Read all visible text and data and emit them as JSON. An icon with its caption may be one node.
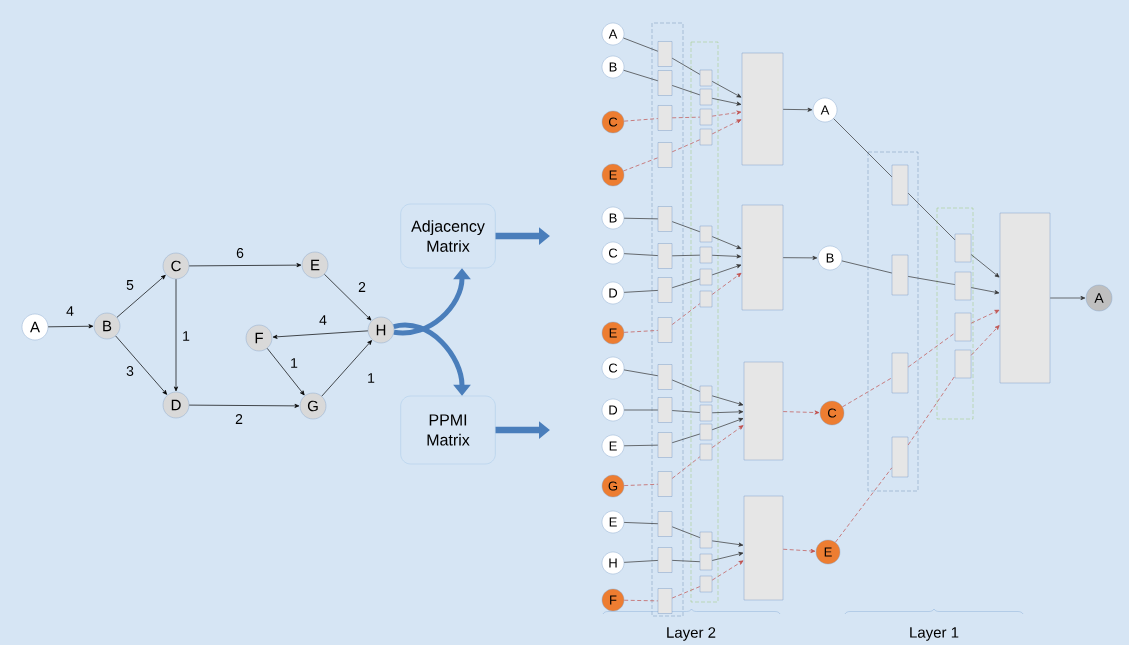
{
  "diagram": {
    "nodes": [
      {
        "text": [
          "A"
        ]
      },
      {
        "text": [
          "B"
        ]
      },
      {
        "text": [
          "C"
        ]
      },
      {
        "text": [
          "D"
        ]
      },
      {
        "text": [
          "E"
        ]
      },
      {
        "text": [
          "F"
        ]
      },
      {
        "text": [
          "G"
        ]
      },
      {
        "text": [
          "H"
        ]
      },
      {
        "text": [
          "Adjacency Matrix"
        ]
      },
      {
        "text": [
          "PPMI Matrix"
        ]
      },
      {
        "text": [
          "A"
        ]
      },
      {
        "text": [
          "B"
        ]
      },
      {
        "text": [
          "C"
        ]
      },
      {
        "text": [
          "E"
        ]
      },
      {
        "text": [],
        "shape": "box"
      },
      {
        "text": [],
        "shape": "box"
      },
      {
        "text": [],
        "shape": "box"
      },
      {
        "text": [],
        "shape": "box"
      },
      {
        "text": [],
        "shape": "box"
      },
      {
        "text": [],
        "shape": "box"
      },
      {
        "text": [],
        "shape": "box"
      },
      {
        "text": [],
        "shape": "box"
      },
      {
        "text": [],
        "shape": "box"
      },
      {
        "text": [
          "A"
        ]
      },
      {
        "text": [
          "B"
        ]
      },
      {
        "text": [
          "C"
        ]
      },
      {
        "text": [
          "D"
        ]
      },
      {
        "text": [
          "E"
        ]
      },
      {
        "text": [],
        "shape": "box"
      },
      {
        "text": [],
        "shape": "box"
      },
      {
        "text": [],
        "shape": "box"
      },
      {
        "text": [],
        "shape": "box"
      },
      {
        "text": [],
        "shape": "box"
      },
      {
        "text": [],
        "shape": "box"
      },
      {
        "text": [],
        "shape": "box"
      },
      {
        "text": [],
        "shape": "box"
      },
      {
        "text": [],
        "shape": "box"
      },
      {
        "text": [
          "B"
        ]
      },
      {
        "text": [
          "C"
        ]
      },
      {
        "text": [
          "D"
        ]
      },
      {
        "text": [
          "E"
        ]
      },
      {
        "text": [
          "G"
        ]
      },
      {
        "text": [],
        "shape": "box"
      },
      {
        "text": [],
        "shape": "box"
      },
      {
        "text": [],
        "shape": "box"
      },
      {
        "text": [],
        "shape": "box"
      },
      {
        "text": [],
        "shape": "box"
      },
      {
        "text": [],
        "shape": "box"
      },
      {
        "text": [],
        "shape": "box"
      },
      {
        "text": [],
        "shape": "box"
      },
      {
        "text": [],
        "shape": "box"
      },
      {
        "text": [
          "C"
        ]
      },
      {
        "text": [
          "E"
        ]
      },
      {
        "text": [
          "H"
        ]
      },
      {
        "text": [
          "F"
        ]
      },
      {
        "text": [],
        "shape": "box"
      },
      {
        "text": [],
        "shape": "box"
      },
      {
        "text": [],
        "shape": "box"
      },
      {
        "text": [],
        "shape": "box"
      },
      {
        "text": [],
        "shape": "box"
      },
      {
        "text": [],
        "shape": "box"
      },
      {
        "text": [],
        "shape": "box"
      },
      {
        "text": [
          "E"
        ]
      },
      {
        "text": [],
        "shape": "box"
      },
      {
        "text": [],
        "shape": "box"
      },
      {
        "text": [],
        "shape": "box"
      },
      {
        "text": [],
        "shape": "box"
      },
      {
        "text": [],
        "shape": "box"
      },
      {
        "text": [],
        "shape": "box"
      },
      {
        "text": [],
        "shape": "box"
      },
      {
        "text": [],
        "shape": "box"
      },
      {
        "text": [],
        "shape": "box"
      },
      {
        "text": [
          "A"
        ]
      }
    ],
    "edges": [
      {
        "from": 0,
        "to": 1,
        "arrow": "to",
        "label": "4"
      },
      {
        "from": 1,
        "to": 2,
        "arrow": "to",
        "label": "5"
      },
      {
        "from": 1,
        "to": 3,
        "arrow": "to",
        "label": "3"
      },
      {
        "from": 2,
        "to": 4,
        "arrow": "to",
        "label": "6"
      },
      {
        "from": 2,
        "to": 3,
        "arrow": "to",
        "label": "1"
      },
      {
        "from": 4,
        "to": 7,
        "arrow": "to",
        "label": "2"
      },
      {
        "from": 7,
        "to": 5,
        "arrow": "to",
        "label": "4"
      },
      {
        "from": 5,
        "to": 6,
        "arrow": "to",
        "label": "1"
      },
      {
        "from": 3,
        "to": 6,
        "arrow": "to",
        "label": "2"
      },
      {
        "from": 6,
        "to": 7,
        "arrow": "to",
        "label": "1"
      },
      {
        "from": 7,
        "to": 8,
        "arrow": "to",
        "style": "thick",
        "color": "#4a7ebb"
      },
      {
        "from": 7,
        "to": 9,
        "arrow": "to",
        "style": "thick",
        "color": "#4a7ebb"
      },
      {
        "from": 8,
        "to": null,
        "arrow": "to",
        "style": "thick",
        "color": "#4a7ebb"
      },
      {
        "from": 9,
        "to": null,
        "arrow": "to",
        "style": "thick",
        "color": "#4a7ebb"
      },
      {
        "from": 10,
        "to": 14,
        "arrow": "none"
      },
      {
        "from": 14,
        "to": 18,
        "arrow": "none"
      },
      {
        "from": 18,
        "to": 22,
        "arrow": "to"
      },
      {
        "from": 11,
        "to": 15,
        "arrow": "none"
      },
      {
        "from": 15,
        "to": 19,
        "arrow": "none"
      },
      {
        "from": 19,
        "to": 22,
        "arrow": "to"
      },
      {
        "from": 12,
        "to": 16,
        "arrow": "none",
        "style": "dashed",
        "color": "#c0504d"
      },
      {
        "from": 16,
        "to": 20,
        "arrow": "none",
        "style": "dashed",
        "color": "#c0504d"
      },
      {
        "from": 20,
        "to": 22,
        "arrow": "to",
        "style": "dashed",
        "color": "#c0504d"
      },
      {
        "from": 13,
        "to": 17,
        "arrow": "none",
        "style": "dashed",
        "color": "#c0504d"
      },
      {
        "from": 17,
        "to": 21,
        "arrow": "none",
        "style": "dashed",
        "color": "#c0504d"
      },
      {
        "from": 21,
        "to": 22,
        "arrow": "to",
        "style": "dashed",
        "color": "#c0504d"
      },
      {
        "from": 22,
        "to": 23,
        "arrow": "to"
      },
      {
        "from": 24,
        "to": 28,
        "arrow": "none"
      },
      {
        "from": 28,
        "to": 32,
        "arrow": "none"
      },
      {
        "from": 32,
        "to": 36,
        "arrow": "to"
      },
      {
        "from": 25,
        "to": 29,
        "arrow": "none"
      },
      {
        "from": 29,
        "to": 33,
        "arrow": "none"
      },
      {
        "from": 33,
        "to": 36,
        "arrow": "to"
      },
      {
        "from": 26,
        "to": 30,
        "arrow": "none"
      },
      {
        "from": 30,
        "to": 34,
        "arrow": "none"
      },
      {
        "from": 34,
        "to": 36,
        "arrow": "to"
      },
      {
        "from": 27,
        "to": 31,
        "arrow": "none",
        "style": "dashed",
        "color": "#c0504d"
      },
      {
        "from": 31,
        "to": 35,
        "arrow": "none",
        "style": "dashed",
        "color": "#c0504d"
      },
      {
        "from": 35,
        "to": 36,
        "arrow": "to",
        "style": "dashed",
        "color": "#c0504d"
      },
      {
        "from": 36,
        "to": 37,
        "arrow": "to"
      },
      {
        "from": 38,
        "to": 42,
        "arrow": "none"
      },
      {
        "from": 42,
        "to": 46,
        "arrow": "none"
      },
      {
        "from": 46,
        "to": 50,
        "arrow": "to"
      },
      {
        "from": 39,
        "to": 43,
        "arrow": "none"
      },
      {
        "from": 43,
        "to": 47,
        "arrow": "none"
      },
      {
        "from": 47,
        "to": 50,
        "arrow": "to"
      },
      {
        "from": 40,
        "to": 44,
        "arrow": "none"
      },
      {
        "from": 44,
        "to": 48,
        "arrow": "none"
      },
      {
        "from": 48,
        "to": 50,
        "arrow": "to"
      },
      {
        "from": 41,
        "to": 45,
        "arrow": "none",
        "style": "dashed",
        "color": "#c0504d"
      },
      {
        "from": 45,
        "to": 49,
        "arrow": "none",
        "style": "dashed",
        "color": "#c0504d"
      },
      {
        "from": 49,
        "to": 50,
        "arrow": "to",
        "style": "dashed",
        "color": "#c0504d"
      },
      {
        "from": 50,
        "to": 51,
        "arrow": "to",
        "style": "dashed",
        "color": "#c0504d"
      },
      {
        "from": 52,
        "to": 55,
        "arrow": "none"
      },
      {
        "from": 55,
        "to": 58,
        "arrow": "none"
      },
      {
        "from": 58,
        "to": 61,
        "arrow": "to"
      },
      {
        "from": 53,
        "to": 56,
        "arrow": "none"
      },
      {
        "from": 56,
        "to": 59,
        "arrow": "none"
      },
      {
        "from": 59,
        "to": 61,
        "arrow": "to"
      },
      {
        "from": 54,
        "to": 57,
        "arrow": "none",
        "style": "dashed",
        "color": "#c0504d"
      },
      {
        "from": 57,
        "to": 60,
        "arrow": "none",
        "style": "dashed",
        "color": "#c0504d"
      },
      {
        "from": 60,
        "to": 61,
        "arrow": "to",
        "style": "dashed",
        "color": "#c0504d"
      },
      {
        "from": 61,
        "to": 62,
        "arrow": "to",
        "style": "dashed",
        "color": "#c0504d"
      },
      {
        "from": 23,
        "to": 63,
        "arrow": "none"
      },
      {
        "from": 63,
        "to": 67,
        "arrow": "none"
      },
      {
        "from": 67,
        "to": 71,
        "arrow": "to"
      },
      {
        "from": 37,
        "to": 64,
        "arrow": "none"
      },
      {
        "from": 64,
        "to": 68,
        "arrow": "none"
      },
      {
        "from": 68,
        "to": 71,
        "arrow": "to"
      },
      {
        "from": 51,
        "to": 65,
        "arrow": "none",
        "style": "dashed",
        "color": "#c0504d"
      },
      {
        "from": 65,
        "to": 69,
        "arrow": "none",
        "style": "dashed",
        "color": "#c0504d"
      },
      {
        "from": 69,
        "to": 71,
        "arrow": "to",
        "style": "dashed",
        "color": "#c0504d"
      },
      {
        "from": 62,
        "to": 66,
        "arrow": "none",
        "style": "dashed",
        "color": "#c0504d"
      },
      {
        "from": 66,
        "to": 70,
        "arrow": "none",
        "style": "dashed",
        "color": "#c0504d"
      },
      {
        "from": 70,
        "to": 71,
        "arrow": "to",
        "style": "dashed",
        "color": "#c0504d"
      },
      {
        "from": 71,
        "to": 72,
        "arrow": "to"
      }
    ],
    "labels": [
      "Layer 2",
      "Layer 1"
    ]
  }
}
